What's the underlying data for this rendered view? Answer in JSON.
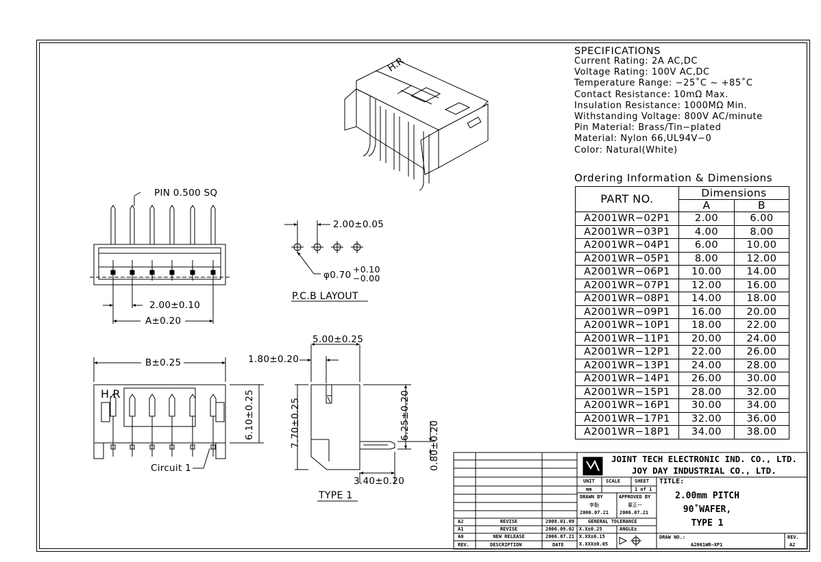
{
  "specifications": {
    "heading": "SPECIFICATIONS",
    "lines": [
      "Current  Rating:  2A  AC,DC",
      "Voltage  Rating:  100V  AC,DC",
      "Temperature  Range:  −25˚C  ~  +85˚C",
      "Contact  Resistance:  10mΩ  Max.",
      "Insulation  Resistance:  1000MΩ  Min.",
      "Withstanding  Voltage:  800V  AC/minute",
      "Pin  Material:  Brass/Tin−plated",
      "Material:  Nylon  66,UL94V−0",
      "Color:  Natural(White)"
    ]
  },
  "ordering": {
    "title": "Ordering  Information  &  Dimensions",
    "col_part": "PART  NO.",
    "col_dimensions": "Dimensions",
    "col_a": "A",
    "col_b": "B",
    "rows": [
      [
        "A2001WR−02P1",
        "2.00",
        "6.00"
      ],
      [
        "A2001WR−03P1",
        "4.00",
        "8.00"
      ],
      [
        "A2001WR−04P1",
        "6.00",
        "10.00"
      ],
      [
        "A2001WR−05P1",
        "8.00",
        "12.00"
      ],
      [
        "A2001WR−06P1",
        "10.00",
        "14.00"
      ],
      [
        "A2001WR−07P1",
        "12.00",
        "16.00"
      ],
      [
        "A2001WR−08P1",
        "14.00",
        "18.00"
      ],
      [
        "A2001WR−09P1",
        "16.00",
        "20.00"
      ],
      [
        "A2001WR−10P1",
        "18.00",
        "22.00"
      ],
      [
        "A2001WR−11P1",
        "20.00",
        "24.00"
      ],
      [
        "A2001WR−12P1",
        "22.00",
        "26.00"
      ],
      [
        "A2001WR−13P1",
        "24.00",
        "28.00"
      ],
      [
        "A2001WR−14P1",
        "26.00",
        "30.00"
      ],
      [
        "A2001WR−15P1",
        "28.00",
        "32.00"
      ],
      [
        "A2001WR−16P1",
        "30.00",
        "34.00"
      ],
      [
        "A2001WR−17P1",
        "32.00",
        "36.00"
      ],
      [
        "A2001WR−18P1",
        "34.00",
        "38.00"
      ]
    ]
  },
  "drawing_labels": {
    "pin_sq": "PIN  0.500  SQ",
    "pitch_top": "2.00±0.10",
    "a_dim": "A±0.20",
    "pcb_pitch": "2.00±0.05",
    "pcb_hole": "φ0.70",
    "pcb_hole_plus": "+0.10",
    "pcb_hole_minus": "−0.00",
    "pcb_layout": "P.C.B  LAYOUT",
    "b_dim": "B±0.25",
    "hr_mark": "H.R",
    "iso_mark": "H.R",
    "height_front": "6.10±0.25",
    "circuit": "Circuit  1",
    "depth": "5.00±0.25",
    "offset": "1.80±0.20",
    "height_side": "7.70±0.25",
    "pin_height": "6.25±0.20",
    "pin_thick": "0.80±0.20",
    "pin_len": "3.40±0.20",
    "type": "TYPE  1"
  },
  "title_block": {
    "company1": "JOINT  TECH  ELECTRONIC  IND.  CO.,  LTD.",
    "company2": "JOY  DAY  INDUSTRIAL  CO.,  LTD.",
    "unit_label": "UNIT",
    "unit_value": "mm",
    "scale_label": "SCALE",
    "sheet_label": "SHEET",
    "sheet_value": "1  of  1",
    "title_label": "TITLE:",
    "title_lines": [
      "2.00mm  PITCH",
      "90˚WAFER,",
      "TYPE  1"
    ],
    "drawn_by_label": "DRAWN  BY",
    "drawn_by_name": "李勤",
    "drawn_by_date": "2006.07.21",
    "approved_by_label": "APPROVED  BY",
    "approved_by_name": "董正一",
    "approved_by_date": "2006.07.21",
    "general_tolerance": "GENERAL  TOLERANCE",
    "tol1": "X.X±0.25",
    "tol2": "X.XX±0.15",
    "tol3": "X.XXX±0.05",
    "angle": "ANGLE±",
    "draw_no_label": "DRAW  NO.:",
    "draw_no": "A2001WR−XP1",
    "rev_label": "REV.",
    "rev_value": "A2",
    "revisions": [
      {
        "rev": "A2",
        "desc": "REVISE",
        "date": "2008.01.09"
      },
      {
        "rev": "A1",
        "desc": "REVISE",
        "date": "2006.09.02"
      },
      {
        "rev": "A0",
        "desc": "NEW  RELEASE",
        "date": "2006.07.21"
      }
    ],
    "rev_header": "REV.",
    "desc_header": "DESCRIPTION",
    "date_header": "DATE"
  }
}
